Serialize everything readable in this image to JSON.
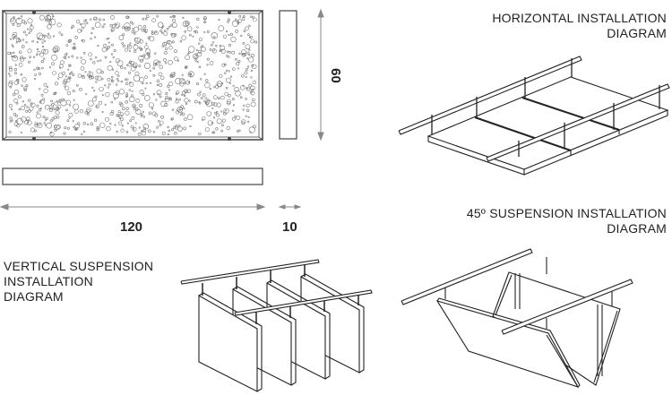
{
  "dimensions": {
    "length": "120",
    "height": "60",
    "depth": "10"
  },
  "labels": {
    "horizontal": [
      "HORIZONTAL INSTALLATION",
      "DIAGRAM"
    ],
    "suspension45": [
      "45º SUSPENSION INSTALLATION",
      "DIAGRAM"
    ],
    "vertical": [
      "VERTICAL  SUSPENSION",
      "INSTALLATION",
      "DIAGRAM"
    ]
  },
  "colors": {
    "line": "#333333",
    "dim": "#888888"
  }
}
